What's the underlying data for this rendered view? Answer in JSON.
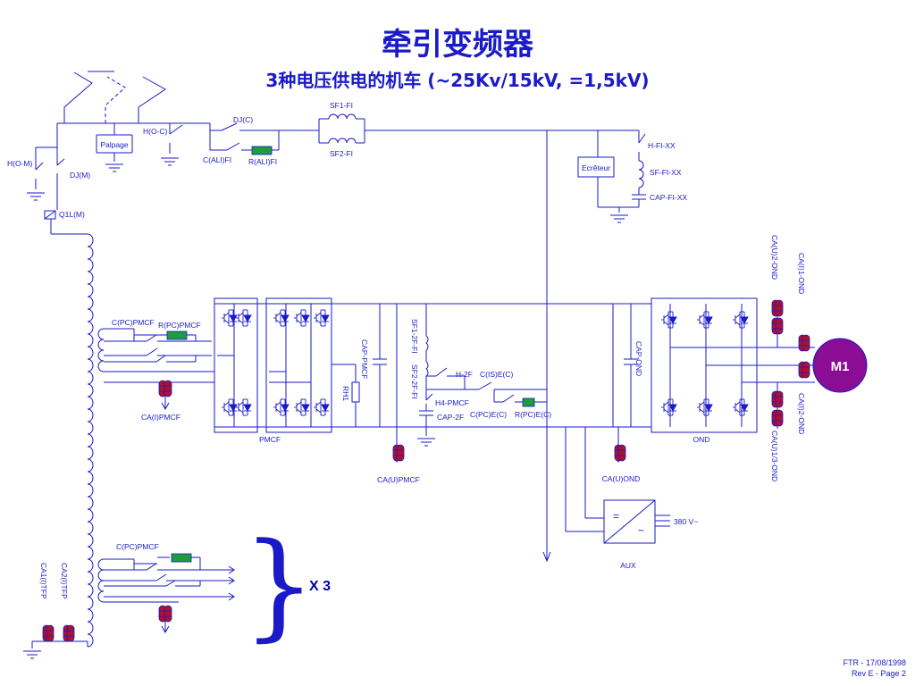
{
  "title": "牵引变频器",
  "subtitle": "3种电压供电的机车 (~25Kv/15kV, =1,5kV)",
  "labels": {
    "sf1_fi": "SF1-FI",
    "sf2_fi": "SF2-FI",
    "dj_c": "DJ(C)",
    "h_oc": "H(O-C)",
    "c_ali_fi": "C(ALI)FI",
    "r_ali_fi": "R(ALI)FI",
    "palpage": "Palpage",
    "h_om": "H(O-M)",
    "dj_m": "DJ(M)",
    "q1l_m": "Q1L(M)",
    "h_fi_xx": "H-FI-XX",
    "sf_fi_xx": "SF-FI-XX",
    "cap_fi_xx": "CAP-FI-XX",
    "ecreteur": "Ecrêteur",
    "ca_u_2_ond": "CA(U)2-OND",
    "ca_i_1_ond": "CA(I)1-OND",
    "ca_i_2_ond": "CA(I)2-OND",
    "ca_u_1_3_ond": "CA(U)1/3-OND",
    "m1": "M1",
    "c_pc_pmcf": "C(PC)PMCF",
    "r_pc_pmcf": "R(PC)PMCF",
    "ca_i_pmcf": "CA(I)PMCF",
    "cap_pmcf": "CAP-PMCF",
    "rh1": "RH1",
    "pmcf": "PMCF",
    "ca_u_pmcf": "CA(U)PMCF",
    "sf1_2f_fi": "SF1-2F-FI",
    "sf2_2f_fi": "SF2-2F-FI",
    "h_2f": "H-2F",
    "c_is_e_c": "C(IS)E(C)",
    "h4_pmcf": "H4-PMCF",
    "cap_2f": "CAP-2F",
    "c_pc_e_c": "C(PC)E(C)",
    "r_pc_e_c": "R(PC)E(C)",
    "cap_ond": "CAP-OND",
    "ond": "OND",
    "ca_u_ond": "CA(U)OND",
    "v380": "380 V~",
    "aux": "AUX",
    "conv_dc": "=",
    "conv_ac": "~",
    "c_pc_pmcf_2": "C(PC)PMCF",
    "x3": "X 3",
    "ca1_i_tfp": "CA1(I)TFP",
    "ca2_i_tfp": "CA2(I)TFP"
  },
  "colors": {
    "line": "#1a1ac8",
    "resistor": "#1f9c3c",
    "sensor": "#b0102a",
    "motor": "#8a0d94"
  },
  "footer": {
    "line1": "FTR - 17/08/1998",
    "line2": "Rev E - Page 2"
  }
}
